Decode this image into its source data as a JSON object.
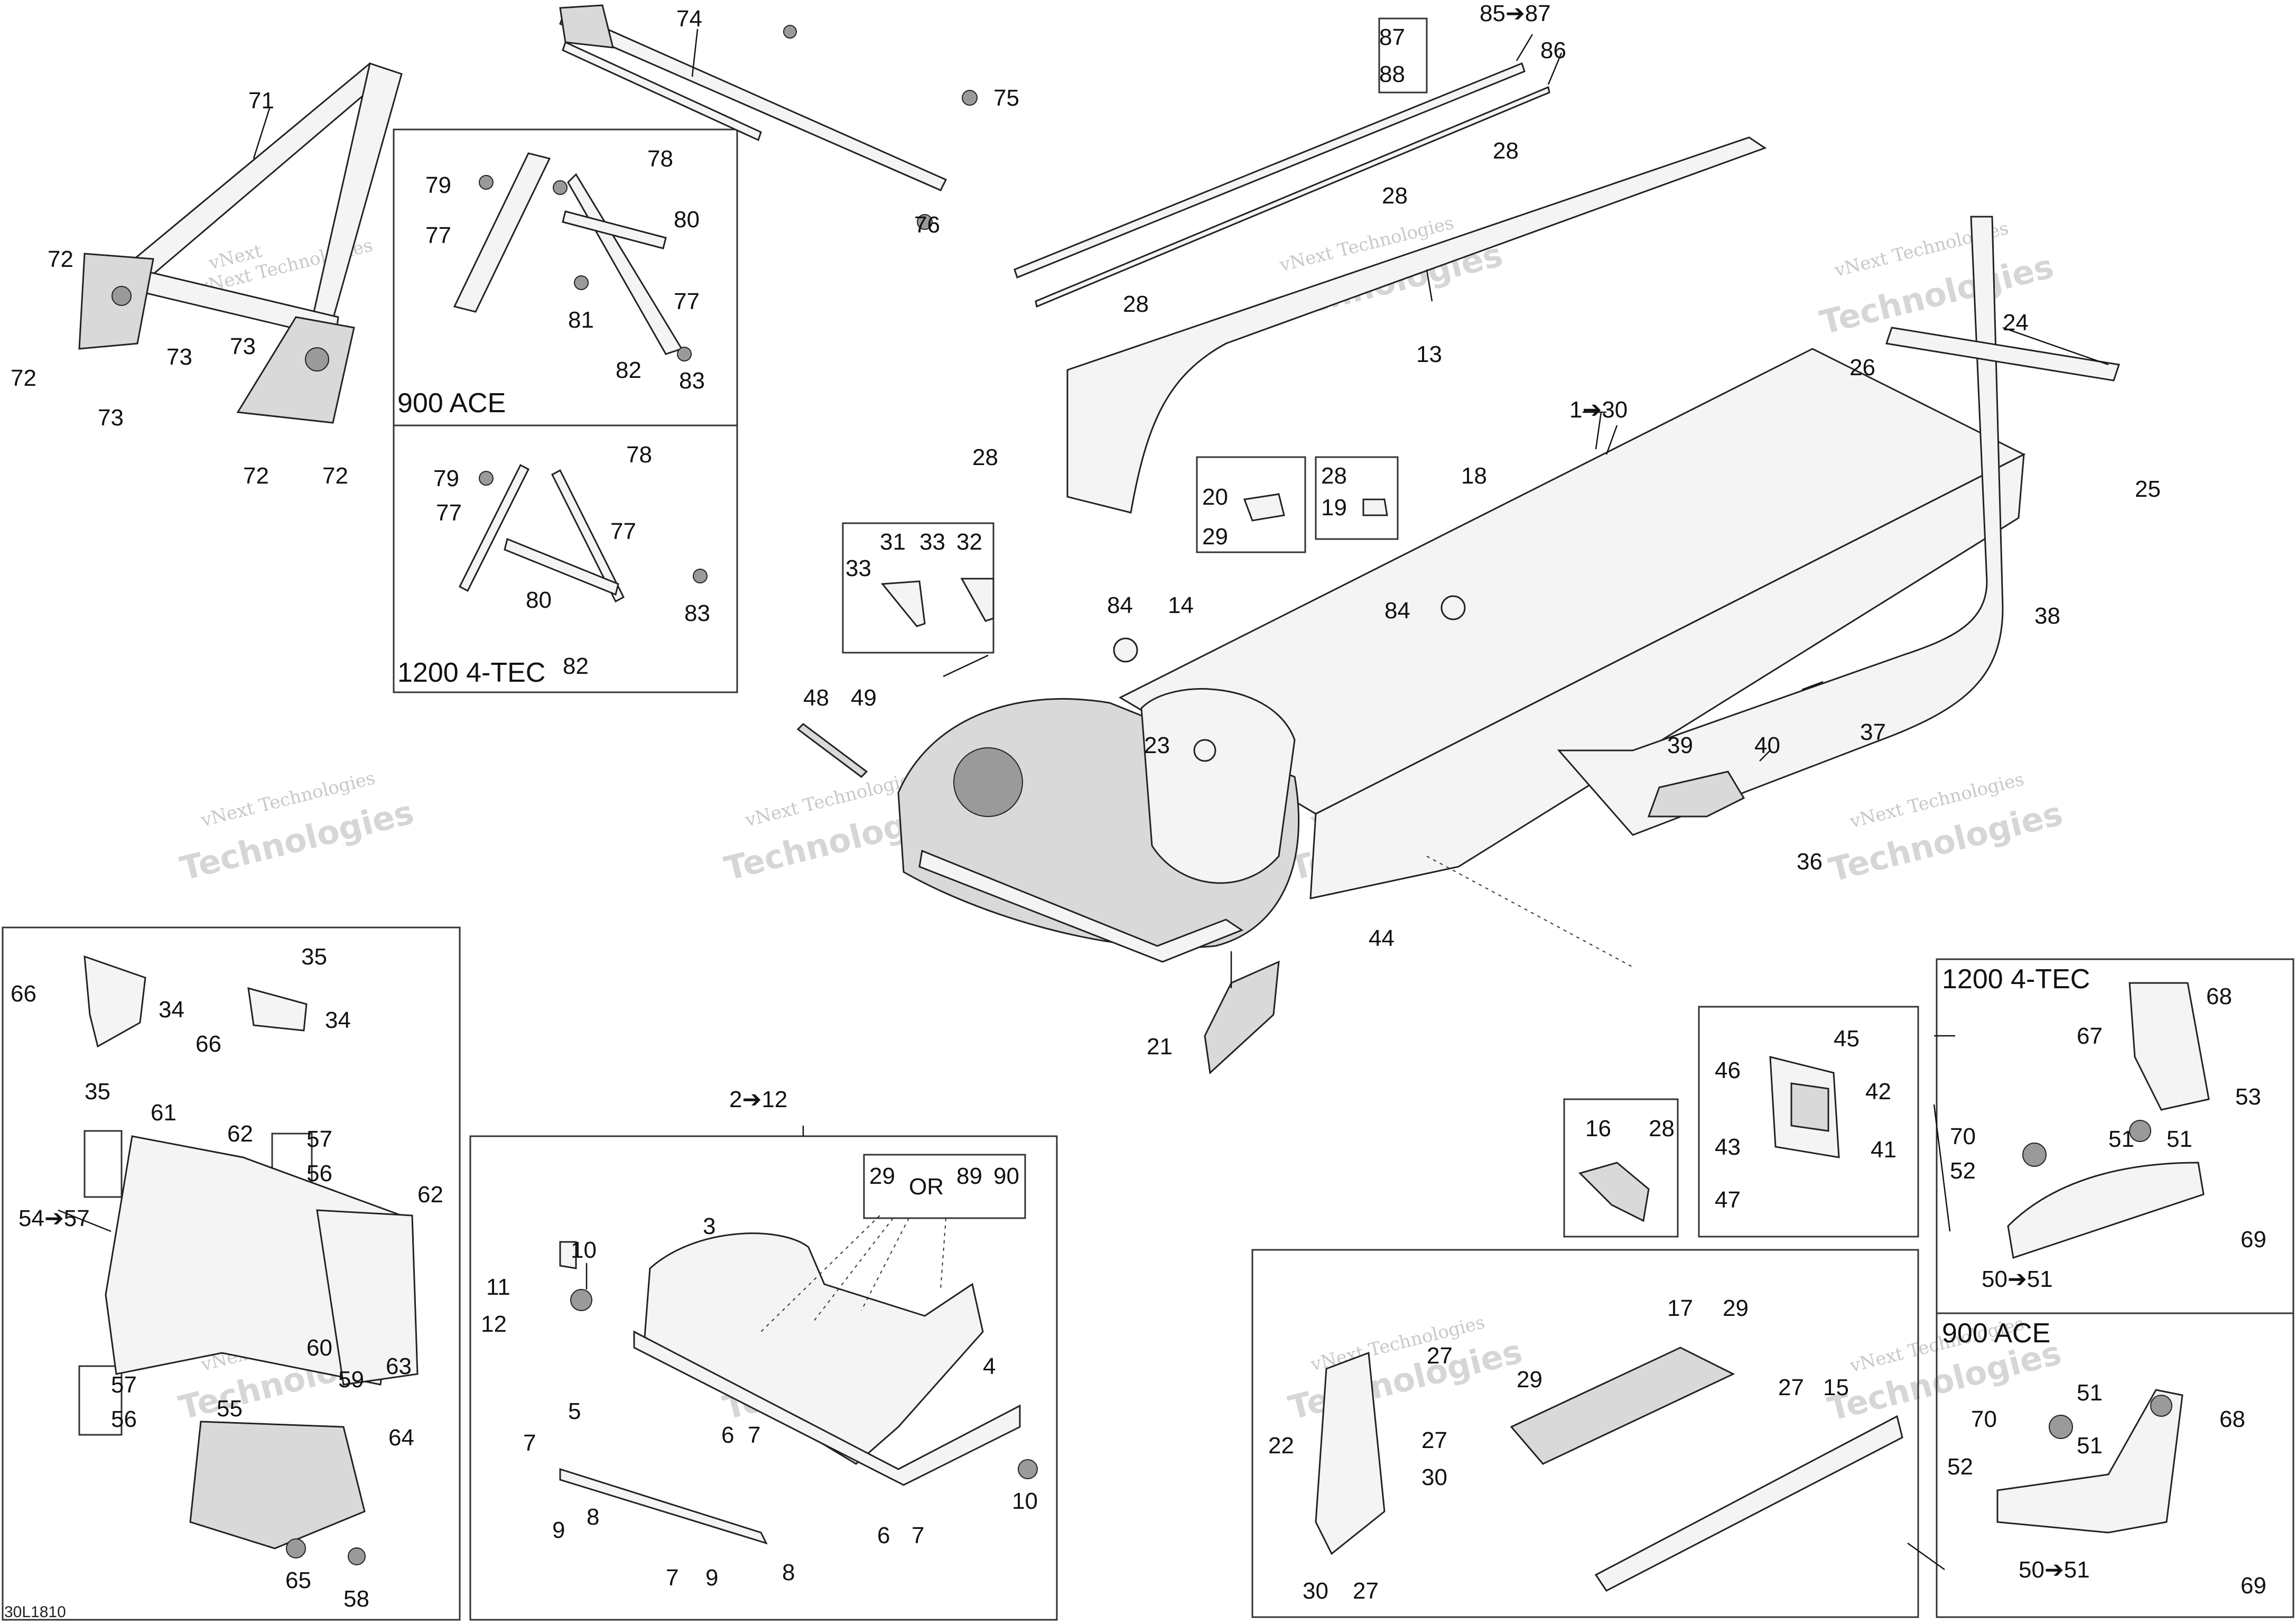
{
  "footer_code": "30L1810",
  "watermark_brand": "vNext",
  "watermark_line1": "vNext Technologies",
  "watermark_line2": "Technologies",
  "boxes": {
    "ace900_top": "900 ACE",
    "tec1200_top": "1200 4-TEC",
    "tec1200_right": "1200 4-TEC",
    "ace900_right": "900 ACE",
    "or_text": "OR"
  },
  "labels": [
    "71",
    "72",
    "72",
    "72",
    "72",
    "73",
    "73",
    "73",
    "74",
    "75",
    "76",
    "78",
    "79",
    "80",
    "77",
    "77",
    "81",
    "82",
    "83",
    "78",
    "79",
    "77",
    "77",
    "80",
    "82",
    "83",
    "87",
    "88",
    "85➔87",
    "86",
    "28",
    "28",
    "13",
    "28",
    "28",
    "24",
    "26",
    "25",
    "1➔30",
    "18",
    "20",
    "29",
    "28",
    "19",
    "31",
    "33",
    "33",
    "32",
    "84",
    "14",
    "84",
    "23",
    "48",
    "49",
    "39",
    "40",
    "37",
    "38",
    "36",
    "44",
    "21",
    "35",
    "66",
    "34",
    "66",
    "34",
    "35",
    "61",
    "62",
    "57",
    "56",
    "54➔57",
    "62",
    "57",
    "56",
    "60",
    "59",
    "63",
    "55",
    "64",
    "65",
    "58",
    "2➔12",
    "3",
    "29",
    "89",
    "90",
    "11",
    "12",
    "10",
    "4",
    "6",
    "7",
    "6",
    "7",
    "10",
    "5",
    "7",
    "9",
    "8",
    "7",
    "9",
    "8",
    "16",
    "28",
    "45",
    "46",
    "42",
    "43",
    "41",
    "47",
    "68",
    "67",
    "53",
    "70",
    "51",
    "51",
    "52",
    "69",
    "50➔51",
    "17",
    "29",
    "29",
    "27",
    "15",
    "27",
    "22",
    "27",
    "30",
    "30",
    "27",
    "70",
    "51",
    "68",
    "52",
    "51",
    "50➔51",
    "69"
  ]
}
